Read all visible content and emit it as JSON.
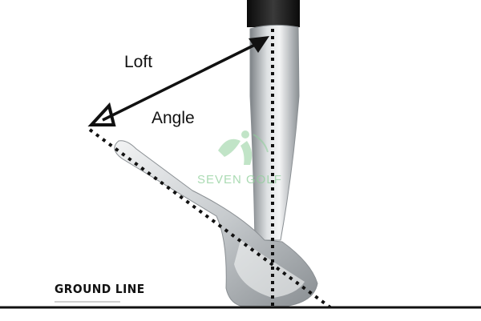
{
  "labels": {
    "loft": "Loft",
    "angle": "Angle",
    "ground_line": "GROUND LINE"
  },
  "watermark": {
    "text": "SEVEN GOLF"
  },
  "colors": {
    "background": "#ffffff",
    "line": "#111111",
    "club_light": "#e6e8ea",
    "club_mid": "#b9bdc1",
    "club_dark": "#7d8286",
    "grip": "#1a1a1a",
    "watermark": "#8fcf9a"
  },
  "icons": {
    "arrow": "double-headed-arrow",
    "watermark_logo": "golfer-swing-logo"
  }
}
